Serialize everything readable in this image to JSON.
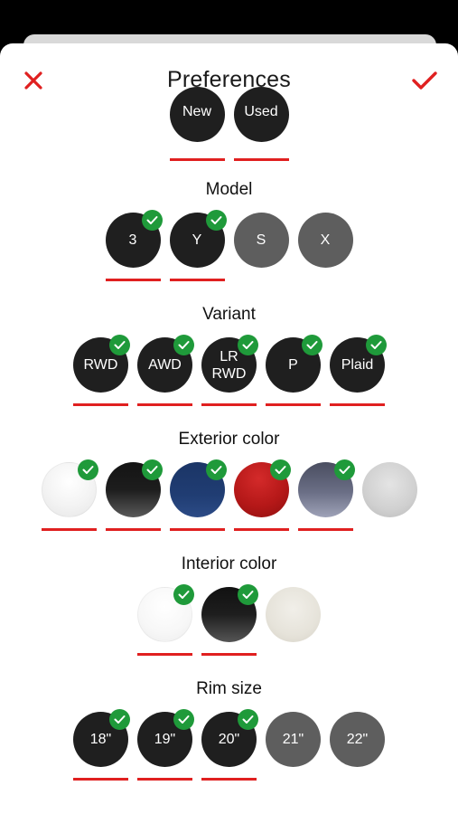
{
  "header": {
    "title": "Preferences",
    "close_icon": "close-icon",
    "confirm_icon": "checkmark-icon",
    "accent_color": "#e02020"
  },
  "condition": {
    "options": [
      {
        "label": "New",
        "selected": false
      },
      {
        "label": "Used",
        "selected": false
      }
    ]
  },
  "model": {
    "label": "Model",
    "options": [
      {
        "label": "3",
        "selected": true
      },
      {
        "label": "Y",
        "selected": true
      },
      {
        "label": "S",
        "selected": false
      },
      {
        "label": "X",
        "selected": false
      }
    ]
  },
  "variant": {
    "label": "Variant",
    "options": [
      {
        "label": "RWD",
        "selected": true
      },
      {
        "label": "AWD",
        "selected": true
      },
      {
        "label": "LR RWD",
        "selected": true
      },
      {
        "label": "P",
        "selected": true
      },
      {
        "label": "Plaid",
        "selected": true
      }
    ]
  },
  "exterior": {
    "label": "Exterior color",
    "options": [
      {
        "color": "white",
        "selected": true
      },
      {
        "color": "black",
        "selected": true
      },
      {
        "color": "deep-blue",
        "selected": true
      },
      {
        "color": "red",
        "selected": true
      },
      {
        "color": "midnight-silver",
        "selected": true
      },
      {
        "color": "silver",
        "selected": false
      }
    ]
  },
  "interior": {
    "label": "Interior color",
    "options": [
      {
        "color": "white",
        "selected": true
      },
      {
        "color": "black",
        "selected": true
      },
      {
        "color": "cream",
        "selected": false
      }
    ]
  },
  "rim": {
    "label": "Rim size",
    "options": [
      {
        "label": "18\"",
        "selected": true
      },
      {
        "label": "19\"",
        "selected": true
      },
      {
        "label": "20\"",
        "selected": true
      },
      {
        "label": "21\"",
        "selected": false
      },
      {
        "label": "22\"",
        "selected": false
      }
    ]
  },
  "colors": {
    "selected_check": "#1f9a3a",
    "selected_fill": "#1f1f1f",
    "unselected_fill": "#5e5e5e",
    "underline": "#e02020"
  }
}
